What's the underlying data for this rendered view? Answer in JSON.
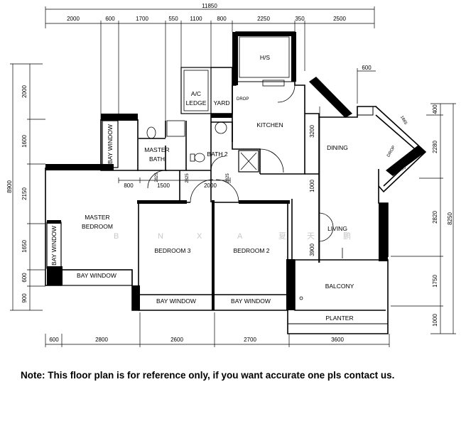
{
  "overall": {
    "width": "11850",
    "depth": "8900",
    "right_depth": "8250"
  },
  "top_dims": [
    "2000",
    "600",
    "1700",
    "550",
    "1100",
    "800",
    "2250",
    "350",
    "2500"
  ],
  "bottom_dims": [
    "600",
    "2800",
    "2600",
    "2700",
    "3600"
  ],
  "left_dims": [
    "2000",
    "1600",
    "2150",
    "1650",
    "600",
    "900"
  ],
  "right_dims": [
    "400",
    "2280",
    "2820",
    "1750",
    "1000"
  ],
  "inner_dims": {
    "d800": "800",
    "d1500": "1500",
    "d2000": "2000",
    "d3200": "3200",
    "d1000": "1000",
    "d3900": "3900",
    "d600": "600",
    "d1665": "1665",
    "d1495": "1495",
    "d2825a": "2825",
    "d2825b": "2825",
    "d2825c": "2825"
  },
  "rooms": {
    "hs": "H/S",
    "ac_ledge_1": "A/C",
    "ac_ledge_2": "LEDGE",
    "yard": "YARD",
    "drop1": "DROP",
    "kitchen": "KITCHEN",
    "dining": "DINING",
    "master_bath_1": "MASTER",
    "master_bath_2": "BATH",
    "bath2": "BATH 2",
    "bay_window_mb": "BAY WINDOW",
    "master_bedroom_1": "MASTER",
    "master_bedroom_2": "BEDROOM",
    "bay_window_left": "BAY WINDOW",
    "bay_window_bottom_left": "BAY WINDOW",
    "bedroom3": "BEDROOM 3",
    "bedroom2": "BEDROOM 2",
    "bay_window_br3": "BAY WINDOW",
    "bay_window_br2": "BAY WINDOW",
    "living": "LIVING",
    "balcony": "BALCONY",
    "planter": "PLANTER",
    "drop2": "DROP"
  },
  "watermark": [
    "B",
    "N",
    "X",
    "A",
    "夏",
    "天",
    "鹏"
  ],
  "note": "Note: This floor plan is for reference only, if you want accurate one pls contact us."
}
